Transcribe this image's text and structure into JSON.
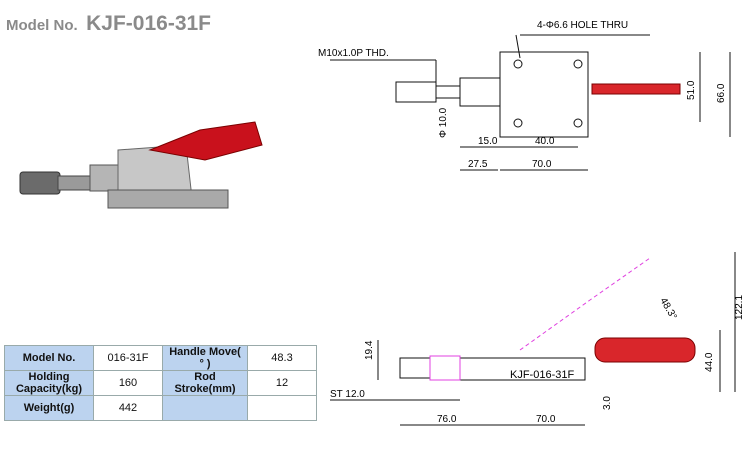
{
  "header": {
    "model_label": "Model No.",
    "model_value": "KJF-016-31F"
  },
  "top_drawing": {
    "hole_note": "4-Φ6.6 HOLE THRU",
    "thread_note": "M10x1.0P THD.",
    "dia": "Φ 10.0",
    "d15": "15.0",
    "d40": "40.0",
    "d27": "27.5",
    "d70": "70.0",
    "h51": "51.0",
    "h66": "66.0"
  },
  "side_drawing": {
    "angle": "48.3°",
    "h19": "19.4",
    "stroke": "ST 12.0",
    "label": "KJF-016-31F",
    "h122": "122.1",
    "h44": "44.0",
    "h3": "3.0",
    "d76": "76.0",
    "d70b": "70.0"
  },
  "spec": {
    "r1": {
      "a": "Model No.",
      "b": "016-31F",
      "c": "Handle Move( ° )",
      "d": "48.3"
    },
    "r2": {
      "a": "Holding Capacity(kg)",
      "b": "160",
      "c": "Rod Stroke(mm)",
      "d": "12"
    },
    "r3": {
      "a": "Weight(g)",
      "b": "442",
      "c": "",
      "d": ""
    }
  },
  "colors": {
    "handle": "#d9262b",
    "accent": "#e040e0",
    "header": "#bcd3ef"
  }
}
